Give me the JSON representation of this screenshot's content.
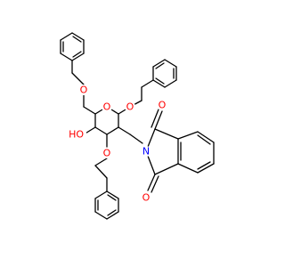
{
  "molecule": {
    "colors": {
      "bond": "#000000",
      "O": "#ff0000",
      "N": "#0000ff",
      "background": "#ffffff"
    },
    "atom_labels": {
      "o_ether_top": "O",
      "o_ring": "O",
      "o_anomeric": "O",
      "ho": "HO",
      "n_imide": "N",
      "o_carbonyl_top": "O",
      "o_carbonyl_bottom": "O",
      "o_ether_bottom": "O"
    }
  }
}
